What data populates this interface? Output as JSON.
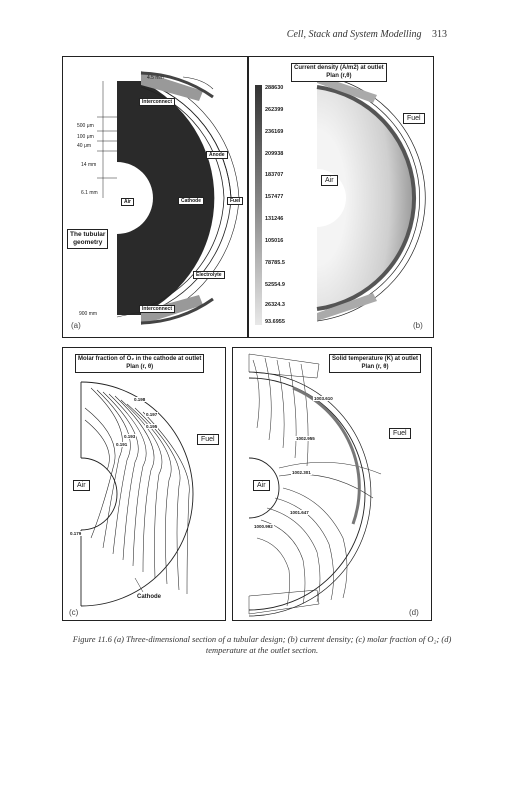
{
  "running_head": {
    "title": "Cell, Stack and System Modelling",
    "page": "313"
  },
  "panel_a": {
    "label": "(a)",
    "top_dim": "4.5 mm",
    "dims": [
      "500 μm",
      "100 μm",
      "40 μm",
      "14 mm",
      "6.1 mm"
    ],
    "bottom_dim": "900 mm",
    "interconnect_top": "Interconnect",
    "interconnect_bottom": "Interconnect",
    "anode": "Anode",
    "cathode": "Cathode",
    "fuel": "Fuel",
    "air": "Air",
    "electrolyte": "Electrolyte",
    "tubular": "The tubular\ngeometry"
  },
  "panel_b": {
    "label": "(b)",
    "title": "Current density (A/m2) at outlet\nPlan (r,θ)",
    "legend": [
      "288630",
      "262399",
      "236169",
      "209938",
      "183707",
      "157477",
      "131246",
      "105016",
      "78785.5",
      "52554.9",
      "26324.3",
      "93.6955"
    ],
    "fuel": "Fuel",
    "air": "Air"
  },
  "panel_c": {
    "label": "(c)",
    "title": "Molar fraction of O₂ in the cathode at outlet\nPlan (r, θ)",
    "contours": [
      "0.198",
      "0.197",
      "0.195",
      "0.193",
      "0.191",
      "0.179"
    ],
    "fuel": "Fuel",
    "air": "Air",
    "cathode": "Cathode"
  },
  "panel_d": {
    "label": "(d)",
    "title": "Solid temperature (K) at outlet\nPlan (r, θ)",
    "contours": [
      "1003.610",
      "1002.955",
      "1002.301",
      "1001.647",
      "1000.992"
    ],
    "fuel": "Fuel",
    "air": "Air"
  },
  "caption": "Figure 11.6   (a) Three-dimensional section of a tubular design; (b) current density; (c) molar fraction of O₂; (d) temperature at the outlet section."
}
